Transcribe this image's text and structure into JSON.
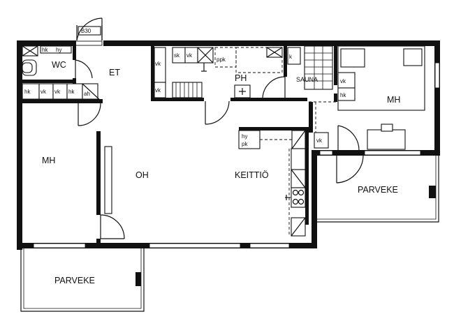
{
  "rooms": {
    "wc": "WC",
    "et": "ET",
    "ph": "PH",
    "sauna": "SAUNA",
    "mh_bed_right": "MH",
    "mh_bed_left": "MH",
    "oh": "OH",
    "keittio": "KEITTIÖ",
    "parveke_right": "PARVEKE",
    "parveke_left": "PARVEKE"
  },
  "door_code": "B30",
  "fixtures": {
    "hk": "hk",
    "vk": "vk",
    "ah": "ah",
    "sk": "sk",
    "hy": "hy",
    "pk": "pk",
    "ppk": "ppk",
    "k": "k",
    "hy_pk": "hy\npk"
  },
  "colors": {
    "line": "#111111",
    "background": "#ffffff"
  }
}
